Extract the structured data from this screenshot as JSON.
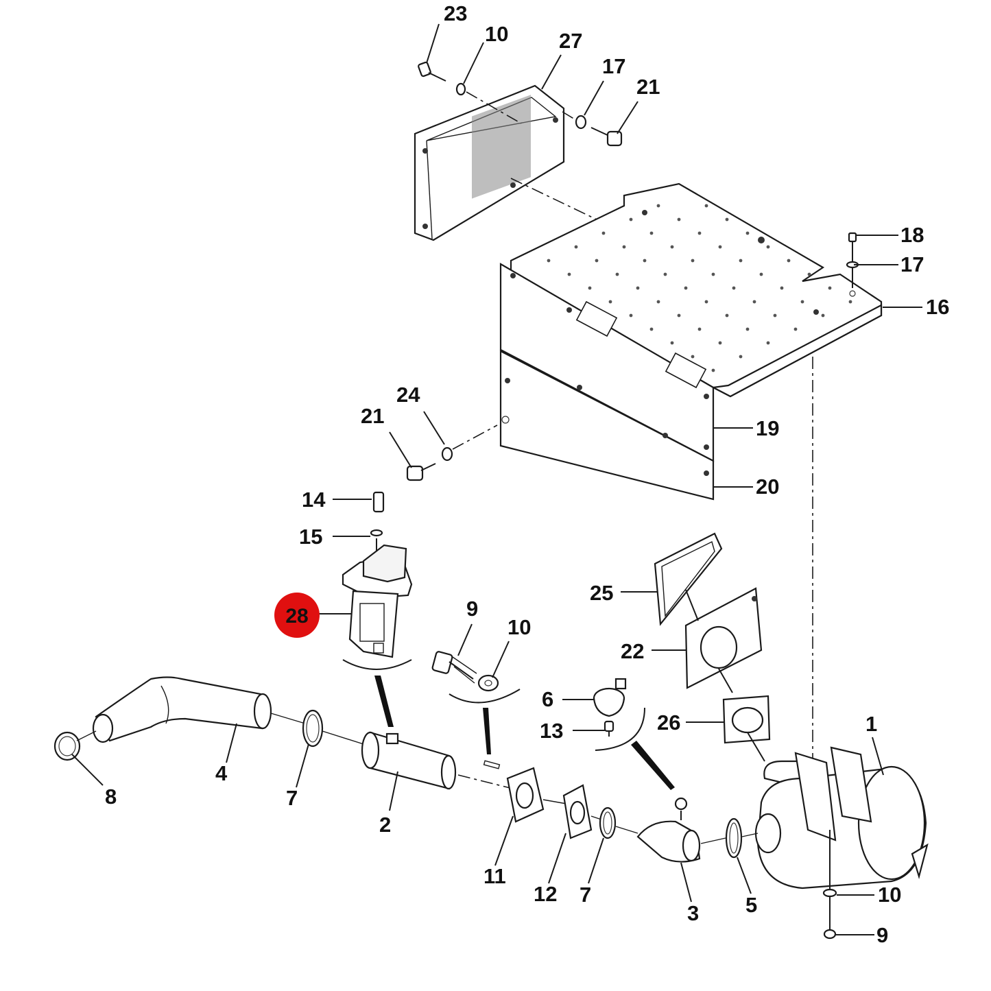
{
  "diagram": {
    "highlight_color": "#e01010",
    "highlighted_callout": "28",
    "callouts": {
      "c23": "23",
      "c10a": "10",
      "c27": "27",
      "c17a": "17",
      "c21a": "21",
      "c18": "18",
      "c17b": "17",
      "c16": "16",
      "c24": "24",
      "c21b": "21",
      "c19": "19",
      "c20": "20",
      "c14": "14",
      "c15": "15",
      "c28": "28",
      "c9a": "9",
      "c10b": "10",
      "c25": "25",
      "c22": "22",
      "c6": "6",
      "c13": "13",
      "c26": "26",
      "c1": "1",
      "c4": "4",
      "c8": "8",
      "c7a": "7",
      "c2": "2",
      "c11": "11",
      "c12": "12",
      "c7b": "7",
      "c3": "3",
      "c5": "5",
      "c10c": "10",
      "c9b": "9"
    }
  }
}
